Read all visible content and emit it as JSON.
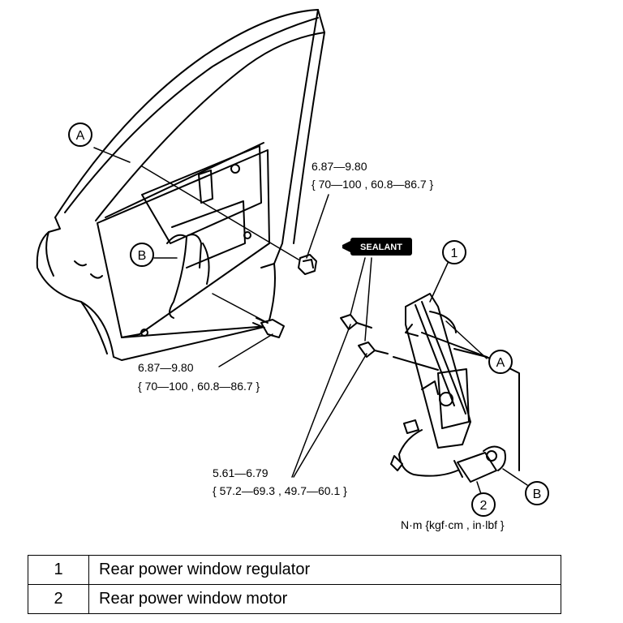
{
  "callouts": {
    "A": "A",
    "B": "B",
    "one": "1",
    "two": "2"
  },
  "torque": {
    "upper_nm": "6.87—9.80",
    "upper_alt": "{ 70—100 , 60.8—86.7 }",
    "lower_nm": "6.87—9.80",
    "lower_alt": "{ 70—100 , 60.8—86.7 }",
    "regulator_nm": "5.61—6.79",
    "regulator_alt": "{ 57.2—69.3 , 49.7—60.1 }",
    "units": "N·m {kgf·cm , in·lbf }"
  },
  "sealant_label": "SEALANT",
  "parts": [
    {
      "num": "1",
      "name": "Rear power window regulator"
    },
    {
      "num": "2",
      "name": "Rear power window motor"
    }
  ]
}
